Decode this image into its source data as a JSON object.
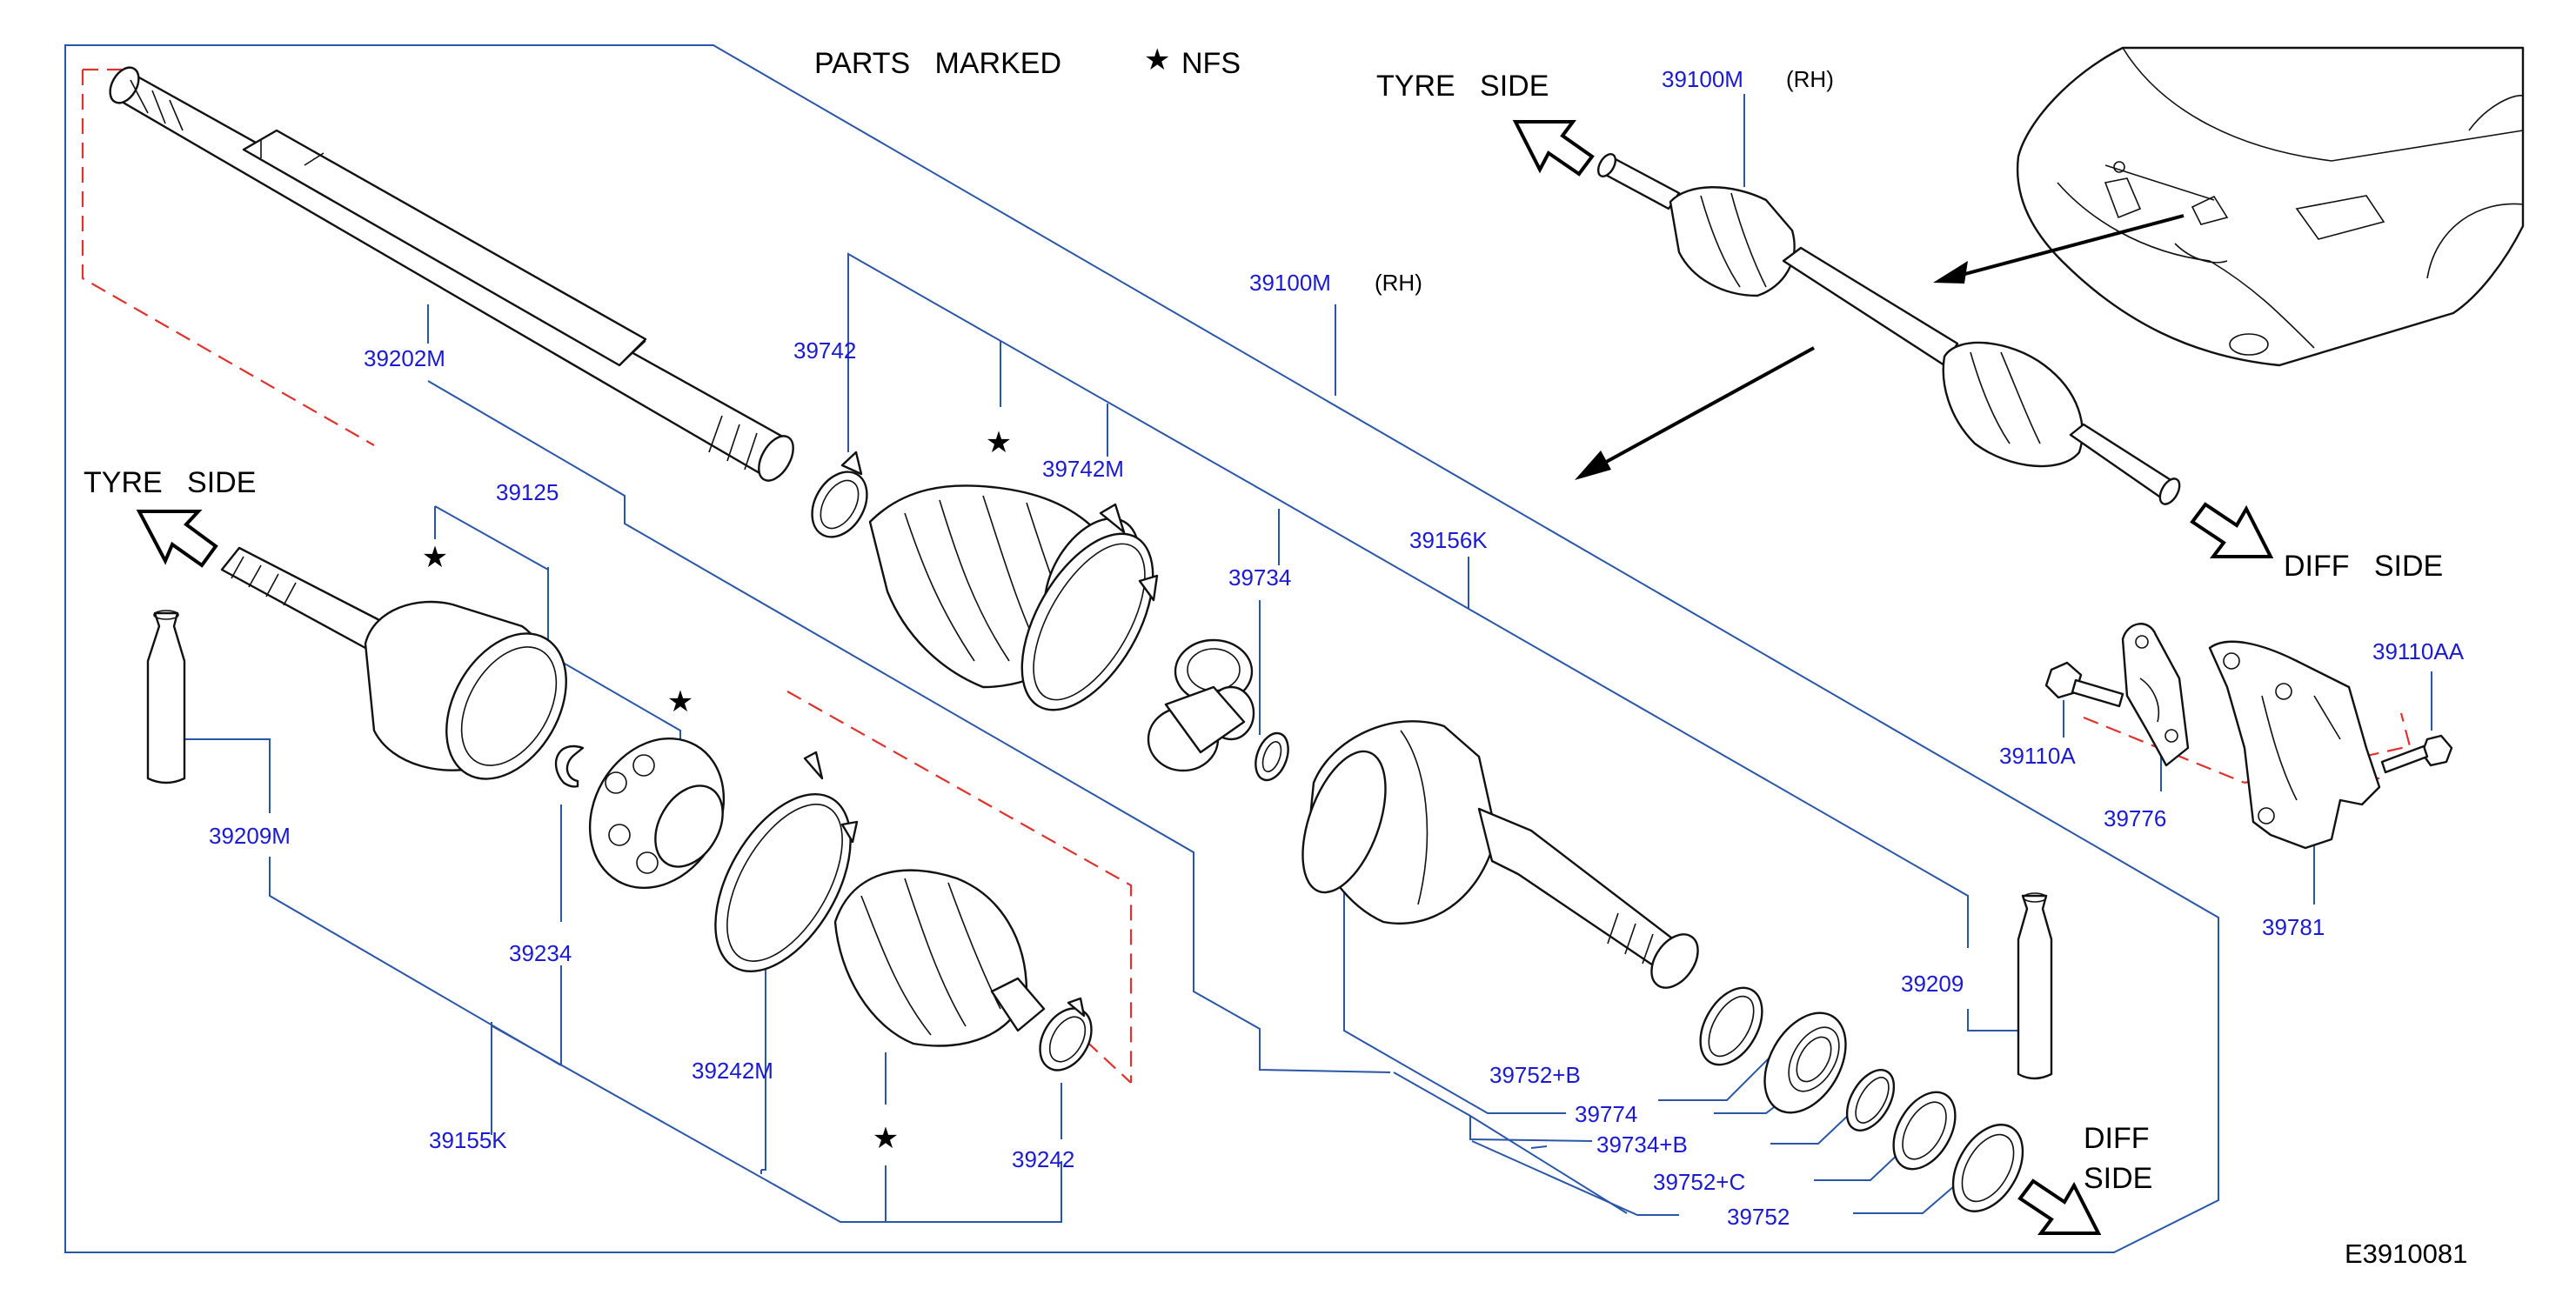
{
  "legend": {
    "prefix": "PARTS   MARKED",
    "symbol": "★",
    "suffix": "NFS"
  },
  "directions": {
    "tyre_side_left": "TYRE   SIDE",
    "tyre_side_right": "TYRE   SIDE",
    "diff_side_right": "DIFF   SIDE",
    "diff_side_bottom_line1": "DIFF",
    "diff_side_bottom_line2": "SIDE"
  },
  "nfs_marks": [
    "★",
    "★",
    "★",
    "★",
    "★"
  ],
  "parts": {
    "p39100M_top": "39100M",
    "p39100M_top_side": "(RH)",
    "p39100M_mid": "39100M",
    "p39100M_mid_side": "(RH)",
    "p39202M": "39202M",
    "p39742": "39742",
    "p39742M": "39742M",
    "p39125": "39125",
    "p39734": "39734",
    "p39156K": "39156K",
    "p39209M": "39209M",
    "p39234": "39234",
    "p39242M": "39242M",
    "p39155K": "39155K",
    "p39242": "39242",
    "p39209": "39209",
    "p39752B": "39752+B",
    "p39774": "39774",
    "p39734B": "39734+B",
    "p39752C": "39752+C",
    "p39752": "39752",
    "p39110A": "39110A",
    "p39776": "39776",
    "p39110AA": "39110AA",
    "p39781": "39781"
  },
  "diagram_code": "E3910081",
  "colors": {
    "part_number": "#1a1ad2",
    "leader": "#2a56a8",
    "phantom": "#e0322d",
    "ink": "#111111"
  }
}
